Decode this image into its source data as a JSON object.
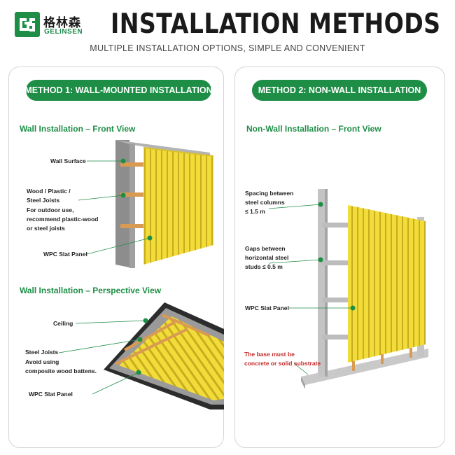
{
  "brand": {
    "name_cn": "格林森",
    "name_en": "GELINSEN",
    "accent": "#1e8e46"
  },
  "header": {
    "title": "INSTALLATION METHODS",
    "subtitle": "MULTIPLE INSTALLATION OPTIONS, SIMPLE AND CONVENIENT"
  },
  "method1": {
    "title": "METHOD 1: WALL-MOUNTED INSTALLATION",
    "front": {
      "title": "Wall Installation – Front View",
      "wall_surface": "Wall Surface",
      "joists_line1": "Wood / Plastic /",
      "joists_line2": "Steel Joists",
      "note_line1": "For outdoor use,",
      "note_line2": "recommend plastic-wood",
      "note_line3": "or steel joists",
      "panel": "WPC Slat Panel"
    },
    "perspective": {
      "title": "Wall Installation – Perspective View",
      "ceiling": "Ceiling",
      "joists": "Steel Joists",
      "avoid_line1": "Avoid using",
      "avoid_line2": "composite wood battens.",
      "panel": "WPC Slat Panel"
    }
  },
  "method2": {
    "title": "METHOD 2: NON-WALL INSTALLATION",
    "front": {
      "title": "Non-Wall Installation – Front View",
      "spacing_line1": "Spacing between",
      "spacing_line2": "steel columns",
      "spacing_line3": "≤ 1.5 m",
      "gaps_line1": "Gaps between",
      "gaps_line2": "horizontal steel",
      "gaps_line3": "studs ≤ 0.5 m",
      "panel": "WPC Slat Panel",
      "base_line1": "The base must be",
      "base_line2": "concrete or solid substrate"
    }
  },
  "icons": {
    "logo": "gelinsen-logo-icon",
    "callout_dot": "callout-dot-icon"
  }
}
